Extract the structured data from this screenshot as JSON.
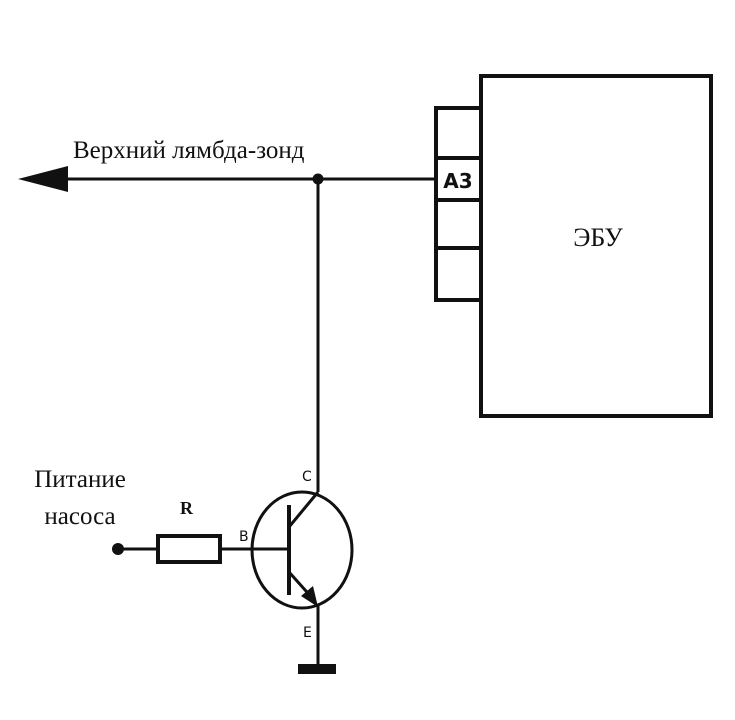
{
  "labels": {
    "upper_sensor": "Верхний лямбда-зонд",
    "ecu": "ЭБУ",
    "pin": "A3",
    "pump_power_line1": "Питание",
    "pump_power_line2": "насоса",
    "resistor": "R",
    "base": "B",
    "collector": "C",
    "emitter": "E"
  },
  "colors": {
    "line": "#111111",
    "background": "#ffffff"
  }
}
